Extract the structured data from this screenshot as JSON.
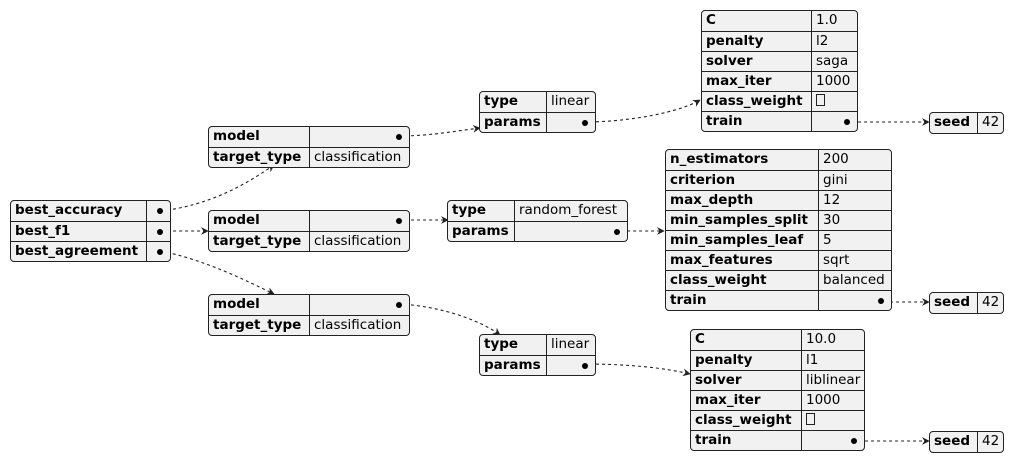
{
  "root": {
    "best_accuracy": "best_accuracy",
    "best_f1": "best_f1",
    "best_agreement": "best_agreement"
  },
  "model_tables": [
    {
      "model_key": "model",
      "target_type_key": "target_type",
      "target_type_value": "classification"
    },
    {
      "model_key": "model",
      "target_type_key": "target_type",
      "target_type_value": "classification"
    },
    {
      "model_key": "model",
      "target_type_key": "target_type",
      "target_type_value": "classification"
    }
  ],
  "type_tables": [
    {
      "type_key": "type",
      "type_value": "linear",
      "params_key": "params"
    },
    {
      "type_key": "type",
      "type_value": "random_forest",
      "params_key": "params"
    },
    {
      "type_key": "type",
      "type_value": "linear",
      "params_key": "params"
    }
  ],
  "params_accuracy": [
    {
      "key": "C",
      "value": "1.0"
    },
    {
      "key": "penalty",
      "value": "l2"
    },
    {
      "key": "solver",
      "value": "saga"
    },
    {
      "key": "max_iter",
      "value": "1000"
    },
    {
      "key": "class_weight",
      "value": ""
    },
    {
      "key": "train",
      "value": ""
    }
  ],
  "params_f1": [
    {
      "key": "n_estimators",
      "value": "200"
    },
    {
      "key": "criterion",
      "value": "gini"
    },
    {
      "key": "max_depth",
      "value": "12"
    },
    {
      "key": "min_samples_split",
      "value": "30"
    },
    {
      "key": "min_samples_leaf",
      "value": "5"
    },
    {
      "key": "max_features",
      "value": "sqrt"
    },
    {
      "key": "class_weight",
      "value": "balanced"
    },
    {
      "key": "train",
      "value": ""
    }
  ],
  "params_agreement": [
    {
      "key": "C",
      "value": "10.0"
    },
    {
      "key": "penalty",
      "value": "l1"
    },
    {
      "key": "solver",
      "value": "liblinear"
    },
    {
      "key": "max_iter",
      "value": "1000"
    },
    {
      "key": "class_weight",
      "value": ""
    },
    {
      "key": "train",
      "value": ""
    }
  ],
  "seed_tables": [
    {
      "key": "seed",
      "value": "42"
    },
    {
      "key": "seed",
      "value": "42"
    },
    {
      "key": "seed",
      "value": "42"
    }
  ]
}
